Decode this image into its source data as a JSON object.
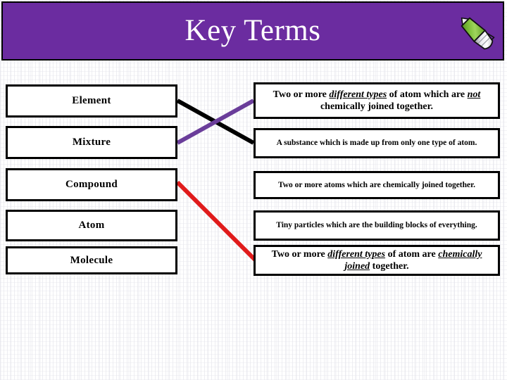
{
  "slide": {
    "title": "Key Terms",
    "banner_color": "#6B2CA0",
    "pen_icon_name": "pen-icon"
  },
  "terms": [
    {
      "id": "element",
      "label": "Element"
    },
    {
      "id": "mixture",
      "label": "Mixture"
    },
    {
      "id": "compound",
      "label": "Compound"
    },
    {
      "id": "atom",
      "label": "Atom"
    },
    {
      "id": "molecule",
      "label": "Molecule"
    }
  ],
  "definitions": [
    {
      "id": "def-mixture",
      "parts": [
        {
          "text": "Two or more ",
          "style": "plain"
        },
        {
          "text": "different types",
          "style": "italic-underline"
        },
        {
          "text": " of atom which are ",
          "style": "plain"
        },
        {
          "text": "not",
          "style": "italic-underline"
        },
        {
          "text": " chemically joined together.",
          "style": "plain"
        }
      ],
      "plain_text": "Two or more different types of atom which are not chemically joined together."
    },
    {
      "id": "def-element",
      "parts": [
        {
          "text": "A substance which is made up from only one type of atom.",
          "style": "plain"
        }
      ],
      "plain_text": "A substance which is made up from only one type of atom."
    },
    {
      "id": "def-compound",
      "parts": [
        {
          "text": "Two or more atoms which are chemically joined together.",
          "style": "plain"
        }
      ],
      "plain_text": "Two or more atoms which are chemically joined together."
    },
    {
      "id": "def-atom",
      "parts": [
        {
          "text": "Tiny particles which are the building blocks of everything.",
          "style": "plain"
        }
      ],
      "plain_text": "Tiny particles which are the building blocks of everything."
    },
    {
      "id": "def-molecule",
      "parts": [
        {
          "text": "Two or more ",
          "style": "plain"
        },
        {
          "text": "different types",
          "style": "italic-underline"
        },
        {
          "text": " of atom are ",
          "style": "plain"
        },
        {
          "text": "chemically joined",
          "style": "italic-underline"
        },
        {
          "text": " together.",
          "style": "plain"
        }
      ],
      "plain_text": "Two or more different types of atom are chemically joined together."
    }
  ],
  "connectors": [
    {
      "id": "connector-element",
      "from": "Element",
      "to": "A substance which is made up from only one type of atom.",
      "color": "#000000"
    },
    {
      "id": "connector-mixture",
      "from": "Mixture",
      "to": "Two or more different types of atom which are not chemically joined together.",
      "color": "#6A3D9A"
    },
    {
      "id": "connector-compound",
      "from": "Compound",
      "to": "Two or more different types of atom are chemically joined together.",
      "color": "#E01B1B"
    }
  ]
}
